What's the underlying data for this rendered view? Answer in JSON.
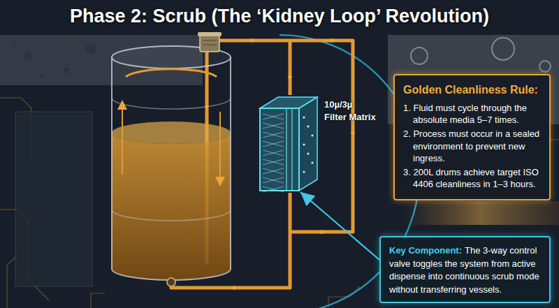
{
  "diagram": {
    "title": "Phase 2: Scrub (The ‘Kidney Loop’ Revolution)",
    "nodes": [
      {
        "text": [
          "10µ/3µ Filter Matrix"
        ]
      },
      {
        "text": [
          "Golden Cleanliness Rule:",
          "1. Fluid must cycle through the absolute media 5–7 times.",
          "2. Process must occur in a sealed environment to prevent new ingress.",
          "3. 200L drums achieve target ISO 4406 cleanliness in 1–3 hours."
        ]
      },
      {
        "text": [
          "Key Component:",
          "The 3-way control valve toggles the system from active dispense into continuous scrub mode without transferring vessels."
        ]
      }
    ],
    "edges": [
      {
        "from": 2,
        "to": 0,
        "arrow": "to"
      }
    ]
  }
}
